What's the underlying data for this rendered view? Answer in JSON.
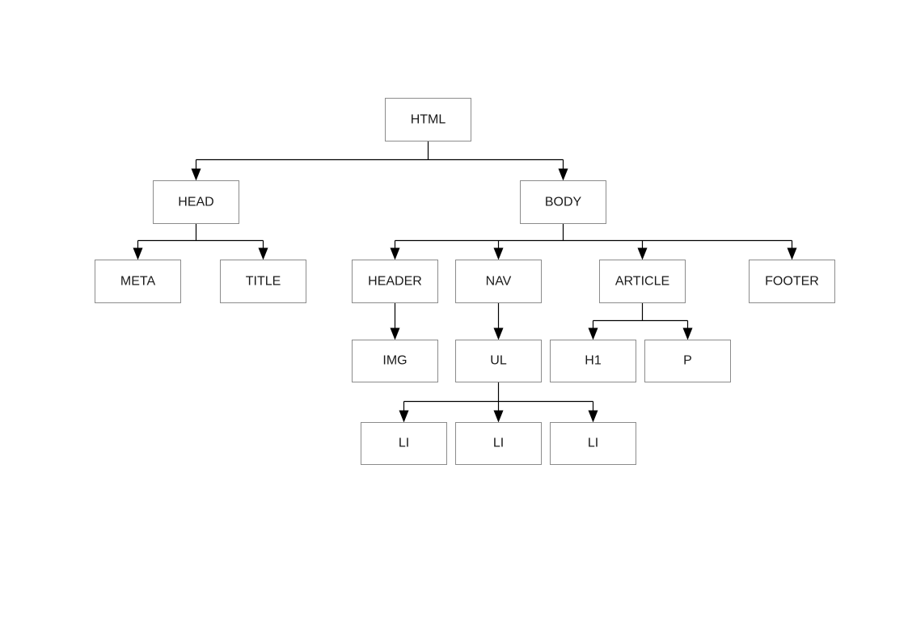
{
  "diagram": {
    "nodes": {
      "html": "HTML",
      "head": "HEAD",
      "body": "BODY",
      "meta": "META",
      "title": "TITLE",
      "header": "HEADER",
      "nav": "NAV",
      "article": "ARTICLE",
      "footer": "FOOTER",
      "img": "IMG",
      "ul": "UL",
      "h1": "H1",
      "p": "P",
      "li1": "LI",
      "li2": "LI",
      "li3": "LI"
    },
    "edges": [
      {
        "from": "html",
        "to": "head"
      },
      {
        "from": "html",
        "to": "body"
      },
      {
        "from": "head",
        "to": "meta"
      },
      {
        "from": "head",
        "to": "title"
      },
      {
        "from": "body",
        "to": "header"
      },
      {
        "from": "body",
        "to": "nav"
      },
      {
        "from": "body",
        "to": "article"
      },
      {
        "from": "body",
        "to": "footer"
      },
      {
        "from": "header",
        "to": "img"
      },
      {
        "from": "nav",
        "to": "ul"
      },
      {
        "from": "article",
        "to": "h1"
      },
      {
        "from": "article",
        "to": "p"
      },
      {
        "from": "ul",
        "to": "li1"
      },
      {
        "from": "ul",
        "to": "li2"
      },
      {
        "from": "ul",
        "to": "li3"
      }
    ]
  }
}
